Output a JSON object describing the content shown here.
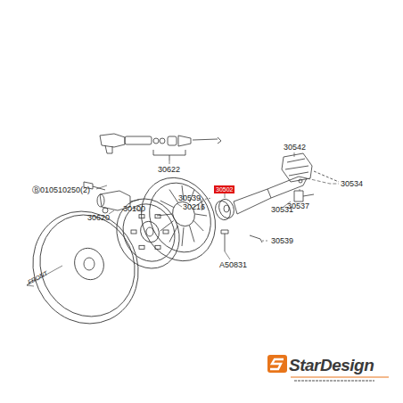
{
  "diagram": {
    "labels": [
      "30622",
      "30620",
      "Ⓑ010510250(2)",
      "30542",
      "30534",
      "30539",
      "30537",
      "30531",
      "30216",
      "30100",
      "30502",
      "30539",
      "A50831",
      "FRONT",
      "StarDesign"
    ]
  }
}
